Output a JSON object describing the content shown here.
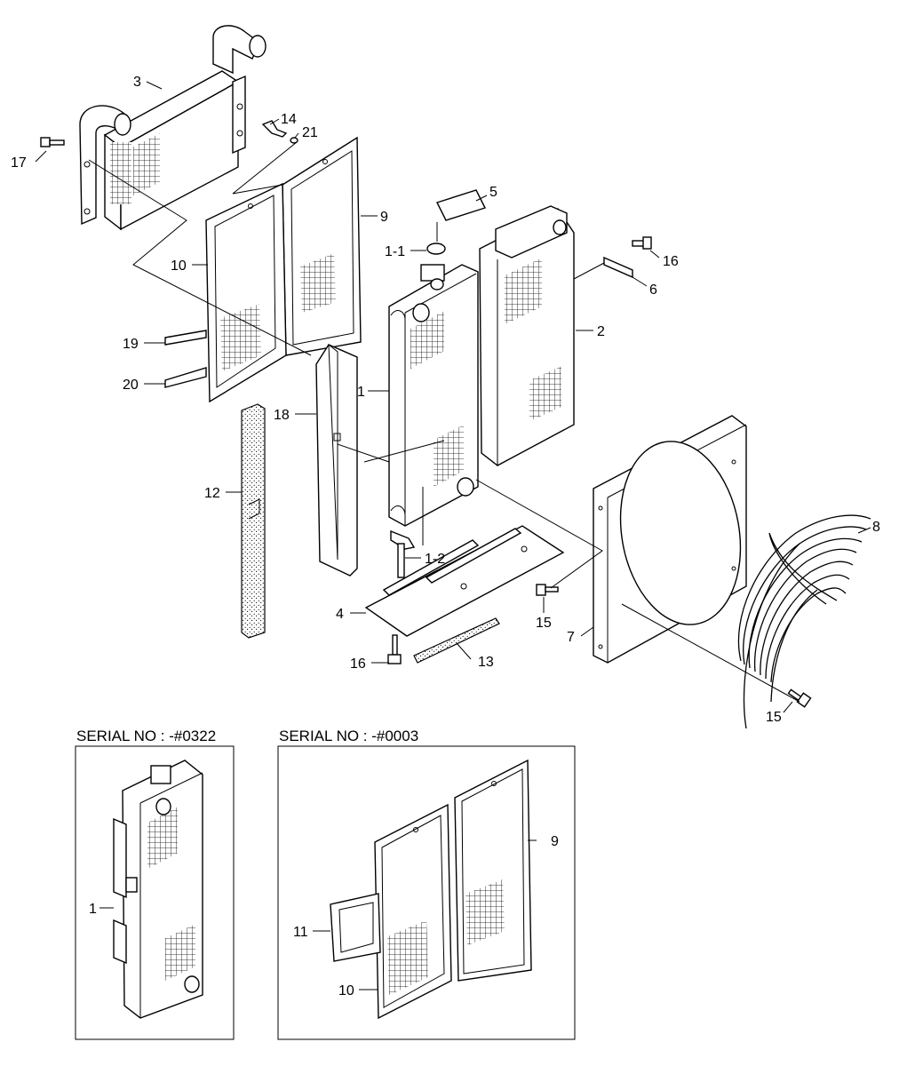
{
  "callouts": [
    {
      "id": "c-3",
      "text": "3"
    },
    {
      "id": "c-14",
      "text": "14"
    },
    {
      "id": "c-21",
      "text": "21"
    },
    {
      "id": "c-17",
      "text": "17"
    },
    {
      "id": "c-9",
      "text": "9"
    },
    {
      "id": "c-10",
      "text": "10"
    },
    {
      "id": "c-5",
      "text": "5"
    },
    {
      "id": "c-1-1",
      "text": "1-1"
    },
    {
      "id": "c-16a",
      "text": "16"
    },
    {
      "id": "c-6",
      "text": "6"
    },
    {
      "id": "c-2",
      "text": "2"
    },
    {
      "id": "c-19",
      "text": "19"
    },
    {
      "id": "c-20",
      "text": "20"
    },
    {
      "id": "c-1",
      "text": "1"
    },
    {
      "id": "c-18",
      "text": "18"
    },
    {
      "id": "c-12",
      "text": "12"
    },
    {
      "id": "c-8",
      "text": "8"
    },
    {
      "id": "c-1-2",
      "text": "1-2"
    },
    {
      "id": "c-4",
      "text": "4"
    },
    {
      "id": "c-15a",
      "text": "15"
    },
    {
      "id": "c-7",
      "text": "7"
    },
    {
      "id": "c-16b",
      "text": "16"
    },
    {
      "id": "c-13",
      "text": "13"
    },
    {
      "id": "c-15b",
      "text": "15"
    }
  ],
  "inset_left": {
    "title": "SERIAL NO : -#0322",
    "callouts": [
      {
        "id": "i1-1",
        "text": "1"
      }
    ]
  },
  "inset_right": {
    "title": "SERIAL NO : -#0003",
    "callouts": [
      {
        "id": "i2-9",
        "text": "9"
      },
      {
        "id": "i2-11",
        "text": "11"
      },
      {
        "id": "i2-10",
        "text": "10"
      }
    ]
  }
}
